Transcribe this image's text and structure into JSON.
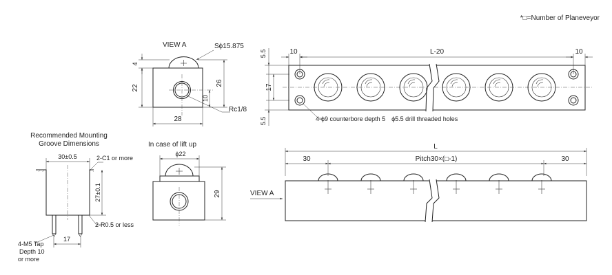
{
  "note": "*□=Number of Planeveyor",
  "view_a": {
    "title": "VIEW A",
    "sphere_label": "Sϕ15.875",
    "dim_4": "4",
    "dim_22": "22",
    "dim_26": "26",
    "dim_10": "10",
    "thread_label": "Rc1/8",
    "dim_28": "28"
  },
  "top_view": {
    "dim_55_top": "5.5",
    "dim_10_left": "10",
    "dim_length": "L-20",
    "dim_10_right": "10",
    "dim_17": "17",
    "dim_55_bottom": "5.5",
    "hole_note": "4-ϕ9 counterbore depth 5　ϕ5.5 drill threaded holes"
  },
  "groove": {
    "title_line1": "Recommended Mounting",
    "title_line2": "Groove Dimensions",
    "dim_width": "30±0.5",
    "chamfer": "2-C1 or more",
    "dim_depth": "27±0.1",
    "radius": "2-R0.5 or less",
    "tap_line1": "4-M5 Tap",
    "tap_line2": "Depth 10",
    "tap_line3": "or more",
    "dim_17": "17"
  },
  "lift_up": {
    "title": "In case of lift up",
    "dim_diameter": "ϕ22",
    "dim_29": "29"
  },
  "front_view": {
    "dim_L": "L",
    "dim_30_left": "30",
    "pitch": "Pitch30×(□-1)",
    "dim_30_right": "30",
    "view_arrow": "VIEW A"
  }
}
